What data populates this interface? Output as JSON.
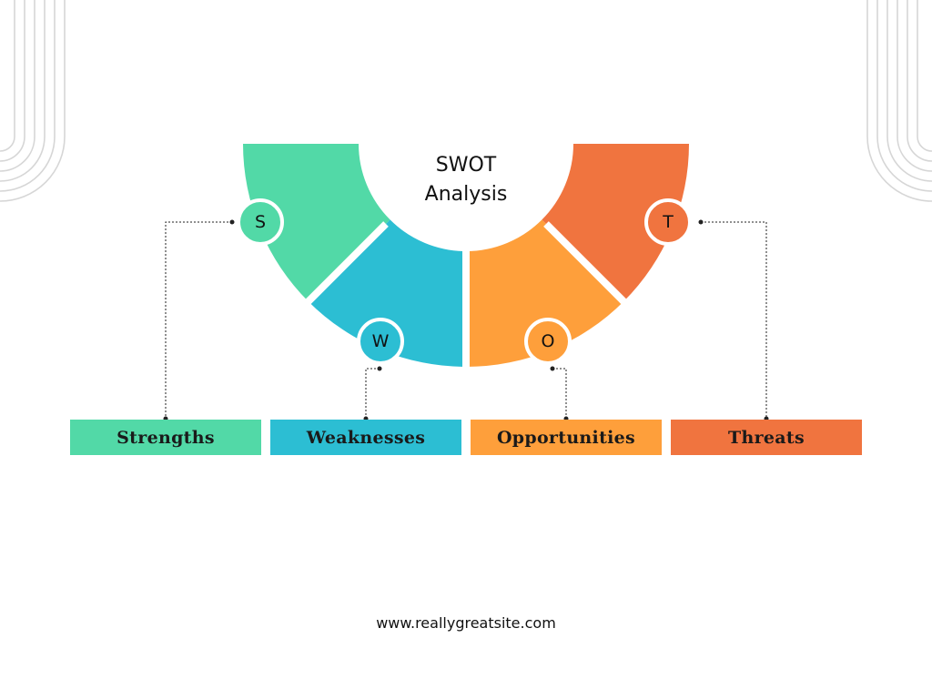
{
  "title": {
    "line1": "SWOT",
    "line2": "Analysis"
  },
  "colors": {
    "strengths": "#52D9A7",
    "weaknesses": "#2CBED3",
    "opportunities": "#FE9F3B",
    "threats": "#F0743F",
    "background": "#FFFFFF",
    "connector": "#222222",
    "decoration": "#D6D6D6"
  },
  "segments": [
    {
      "key": "strengths",
      "letter": "S",
      "label": "Strengths",
      "color": "#52D9A7"
    },
    {
      "key": "weaknesses",
      "letter": "W",
      "label": "Weaknesses",
      "color": "#2CBED3"
    },
    {
      "key": "opportunities",
      "letter": "O",
      "label": "Opportunities",
      "color": "#FE9F3B"
    },
    {
      "key": "threats",
      "letter": "T",
      "label": "Threats",
      "color": "#F0743F"
    }
  ],
  "footer": {
    "website": "www.reallygreatsite.com"
  }
}
